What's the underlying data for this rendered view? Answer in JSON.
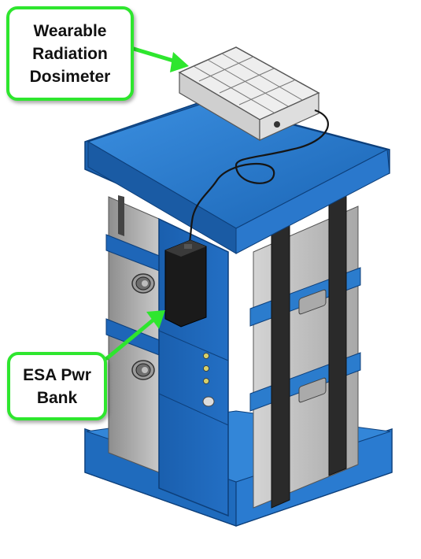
{
  "labels": {
    "dosimeter": {
      "line1": "Wearable",
      "line2": "Radiation",
      "line3": "Dosimeter"
    },
    "power_bank": {
      "line1": "ESA Pwr",
      "line2": "Bank"
    }
  },
  "colors": {
    "callout_border": "#2ee62e",
    "arrow": "#2ee62e",
    "container_blue": "#1f6fc2",
    "panel_grey": "#c9c9c9",
    "strap_black": "#2a2a2a"
  },
  "icons": [
    "arrow-to-dosimeter",
    "arrow-to-power-bank"
  ]
}
